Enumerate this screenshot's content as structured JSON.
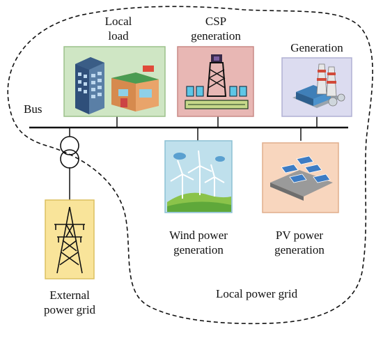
{
  "diagram": {
    "bus_label": "Bus",
    "region_label": "Local power grid",
    "nodes": {
      "local_load": {
        "line1": "Local",
        "line2": "load",
        "icon": "building-and-shop-icon",
        "box_color": "#cfe6c4",
        "box_border": "#9cc08a"
      },
      "csp": {
        "line1": "CSP",
        "line2": "generation",
        "icon": "solar-tower-icon",
        "box_color": "#e8b7b4",
        "box_border": "#c98a86"
      },
      "generation": {
        "line1": "Generation",
        "line2": "",
        "icon": "power-plant-icon",
        "box_color": "#dcdcf0",
        "box_border": "#b0b0d4"
      },
      "wind": {
        "line1": "Wind power",
        "line2": "generation",
        "icon": "wind-turbine-icon",
        "box_color": "#bfe0ec",
        "box_border": "#8cc0d4"
      },
      "pv": {
        "line1": "PV power",
        "line2": "generation",
        "icon": "solar-panel-icon",
        "box_color": "#f8d6be",
        "box_border": "#e0ae8c"
      },
      "external": {
        "line1": "External",
        "line2": "power grid",
        "icon": "transmission-tower-icon",
        "box_color": "#f9e49a",
        "box_border": "#dcc060"
      }
    },
    "transformer_icon": "transformer-icon"
  }
}
